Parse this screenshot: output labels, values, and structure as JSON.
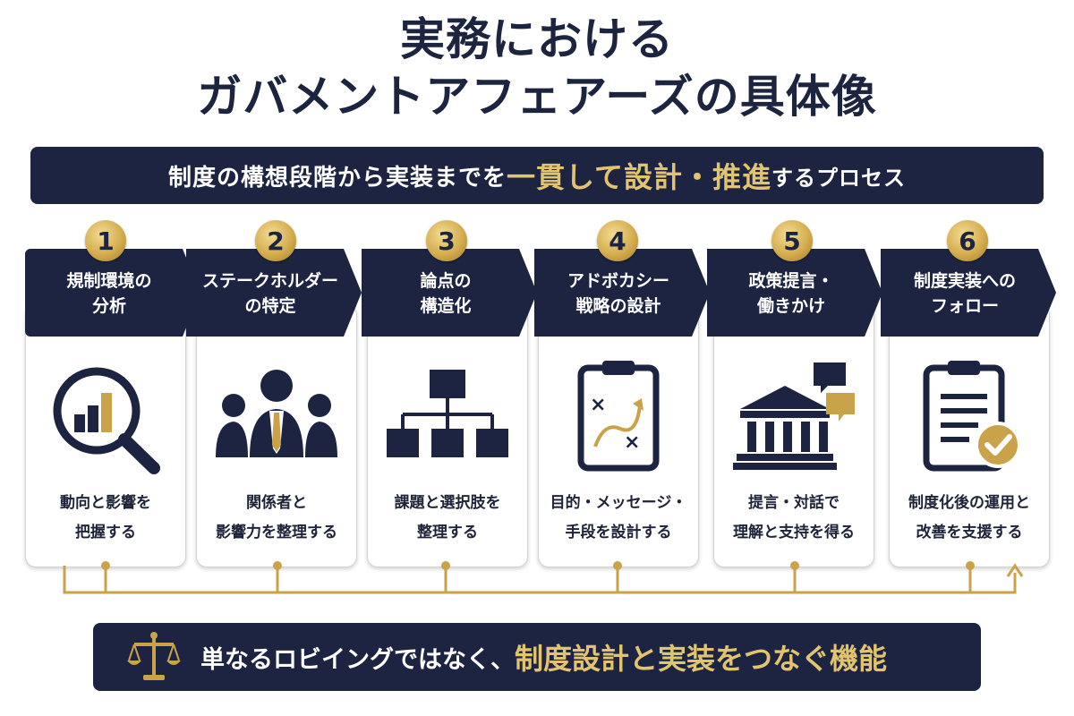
{
  "title": {
    "line1": "実務における",
    "line2": "ガバメントアフェアーズの具体像"
  },
  "banner": {
    "part1": "制度の構想段階から実装までを",
    "part2": "一貫して設計",
    "sep": "・",
    "part3": "推進",
    "part4": "するプロセス"
  },
  "steps": [
    {
      "num": "1",
      "label_l1": "規制環境の",
      "label_l2": "分析",
      "desc_l1": "動向と影響を",
      "desc_l2": "把握する",
      "icon": "magnifier-chart-icon"
    },
    {
      "num": "2",
      "label_l1": "ステークホルダー",
      "label_l2": "の特定",
      "desc_l1": "関係者と",
      "desc_l2": "影響力を整理する",
      "icon": "people-group-icon"
    },
    {
      "num": "3",
      "label_l1": "論点の",
      "label_l2": "構造化",
      "desc_l1": "課題と選択肢を",
      "desc_l2": "整理する",
      "icon": "hierarchy-icon"
    },
    {
      "num": "4",
      "label_l1": "アドボカシー",
      "label_l2": "戦略の設計",
      "desc_l1": "目的・メッセージ・",
      "desc_l2": "手段を設計する",
      "icon": "strategy-clipboard-icon"
    },
    {
      "num": "5",
      "label_l1": "政策提言・",
      "label_l2": "働きかけ",
      "desc_l1": "提言・対話で",
      "desc_l2": "理解と支持を得る",
      "icon": "government-building-icon"
    },
    {
      "num": "6",
      "label_l1": "制度実装への",
      "label_l2": "フォロー",
      "desc_l1": "制度化後の運用と",
      "desc_l2": "改善を支援する",
      "icon": "clipboard-check-icon"
    }
  ],
  "bottom": {
    "icon": "scales-icon",
    "part1": "単なるロビイングではなく、",
    "part2": "制度設計と実装をつなぐ機能"
  },
  "colors": {
    "navy": "#1c2442",
    "gold": "#c9a24a",
    "gold_text": "#e2c36e"
  }
}
